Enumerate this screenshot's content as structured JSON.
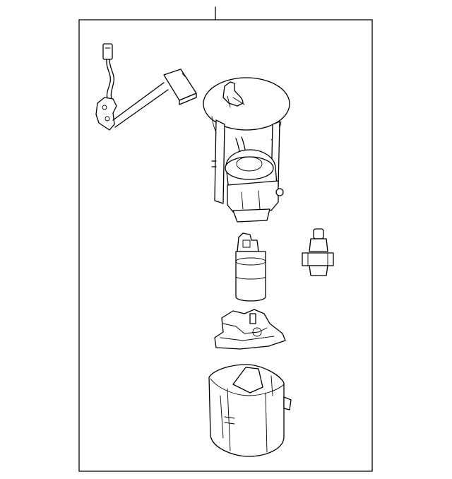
{
  "diagram": {
    "parts": [
      {
        "id": "wire-harness"
      },
      {
        "id": "pump-module-assembly"
      },
      {
        "id": "fuel-pump"
      },
      {
        "id": "pressure-regulator"
      },
      {
        "id": "pump-bracket"
      },
      {
        "id": "reservoir-cup"
      }
    ],
    "colors": {
      "line": "#000000",
      "background": "#ffffff"
    }
  }
}
